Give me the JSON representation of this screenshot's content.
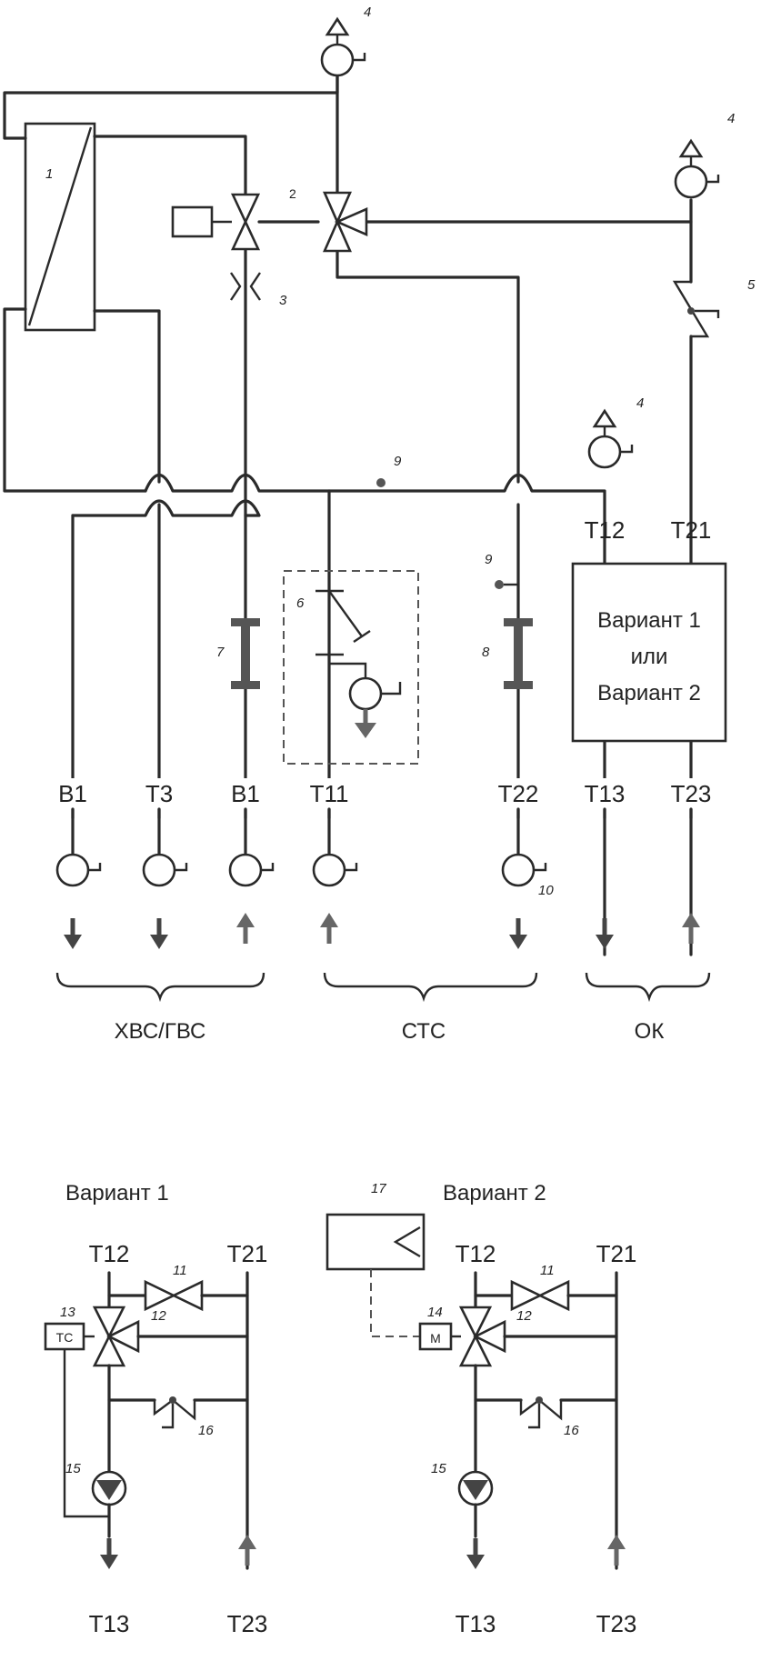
{
  "labels": {
    "item1": "1",
    "item2": "2",
    "item3": "3",
    "item4a": "4",
    "item4b": "4",
    "item4c": "4",
    "item5": "5",
    "item6": "6",
    "item7": "7",
    "item8": "8",
    "item9a": "9",
    "item9b": "9",
    "item10": "10",
    "B1a": "B1",
    "T3": "T3",
    "B1b": "B1",
    "T11": "T11",
    "T22": "T22",
    "T13": "T13",
    "T23": "T23",
    "T12": "T12",
    "T21": "T21"
  },
  "variant_box": {
    "line1": "Вариант 1",
    "line2": "или",
    "line3": "Вариант 2"
  },
  "groups": {
    "hvs": "ХВС/ГВС",
    "sts": "СТС",
    "ok": "ОК"
  },
  "variant1": {
    "title": "Вариант 1",
    "t12": "T12",
    "t21": "T21",
    "t13": "T13",
    "t23": "T23",
    "n11": "11",
    "n12": "12",
    "n13": "13",
    "n15": "15",
    "n16": "16",
    "tc": "TC"
  },
  "variant2": {
    "title": "Вариант 2",
    "t12": "T12",
    "t21": "T21",
    "t13": "T13",
    "t23": "T23",
    "n11": "11",
    "n12": "12",
    "n14": "14",
    "n15": "15",
    "n16": "16",
    "n17": "17",
    "m": "M"
  }
}
